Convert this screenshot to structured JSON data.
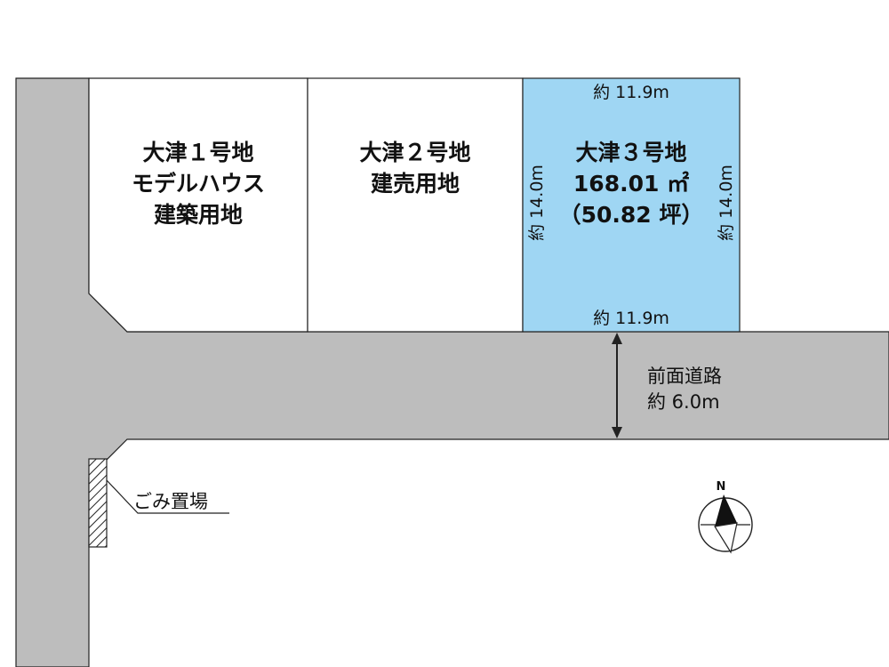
{
  "lots": [
    {
      "lines": [
        "大津１号地",
        "モデルハウス",
        "建築用地"
      ]
    },
    {
      "lines": [
        "大津２号地",
        "建売用地"
      ]
    },
    {
      "lines": [
        "大津３号地",
        "168.01 ㎡",
        "（50.82 坪）"
      ]
    }
  ],
  "dimensions": {
    "top_width": "約 11.9m",
    "bottom_width": "約 11.9m",
    "left_depth": "約 14.0m",
    "right_depth": "約 14.0m"
  },
  "road": {
    "name": "前面道路",
    "width": "約 6.0m"
  },
  "garbage_area": "ごみ置場",
  "compass": {
    "label": "N"
  },
  "colors": {
    "road": "#bdbdbd",
    "highlight_lot": "#9fd6f3",
    "line": "#222222"
  }
}
